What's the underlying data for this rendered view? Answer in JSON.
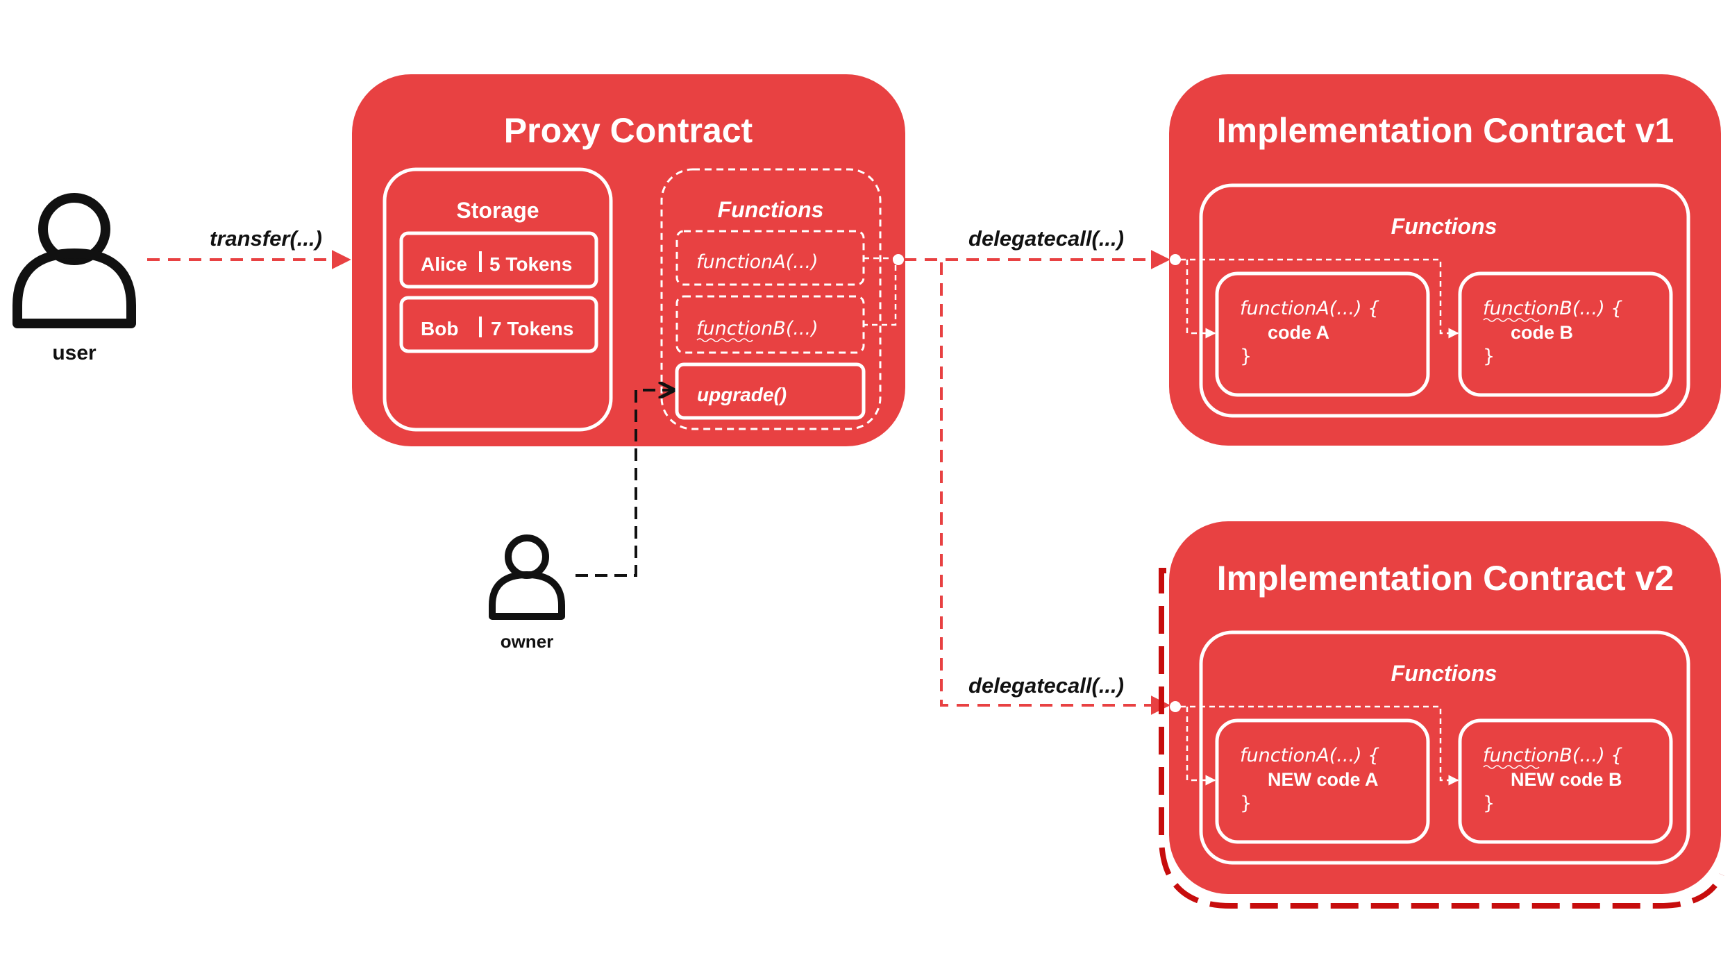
{
  "colors": {
    "contract_fill": "#e84142",
    "highlight_border": "#c70d0d",
    "arrow_red": "#e84142",
    "arrow_black": "#111111",
    "text_white": "#ffffff",
    "text_dark": "#111111"
  },
  "actors": {
    "user": {
      "label": "user",
      "icon": "person-icon"
    },
    "owner": {
      "label": "owner",
      "icon": "person-icon"
    }
  },
  "edges": {
    "transfer": "transfer(...)",
    "delegatecall_v1": "delegatecall(...)",
    "delegatecall_v2": "delegatecall(...)"
  },
  "proxy": {
    "title": "Proxy Contract",
    "storage": {
      "title": "Storage",
      "rows": [
        {
          "name": "Alice",
          "value": "5 Tokens"
        },
        {
          "name": "Bob",
          "value": "7 Tokens"
        }
      ]
    },
    "functions": {
      "title": "Functions",
      "items": [
        "functionA(...)",
        "functionB(...)",
        "upgrade()"
      ]
    }
  },
  "impl_v1": {
    "title": "Implementation Contract v1",
    "functions_title": "Functions",
    "function_a": {
      "signature": "functionA(...) {",
      "body": "code A",
      "close": "}"
    },
    "function_b": {
      "signature": "functionB(...) {",
      "body": "code B",
      "close": "}"
    }
  },
  "impl_v2": {
    "title": "Implementation Contract v2",
    "functions_title": "Functions",
    "function_a": {
      "signature": "functionA(...) {",
      "body": "NEW code A",
      "close": "}"
    },
    "function_b": {
      "signature": "functionB(...) {",
      "body": "NEW code B",
      "close": "}"
    }
  }
}
